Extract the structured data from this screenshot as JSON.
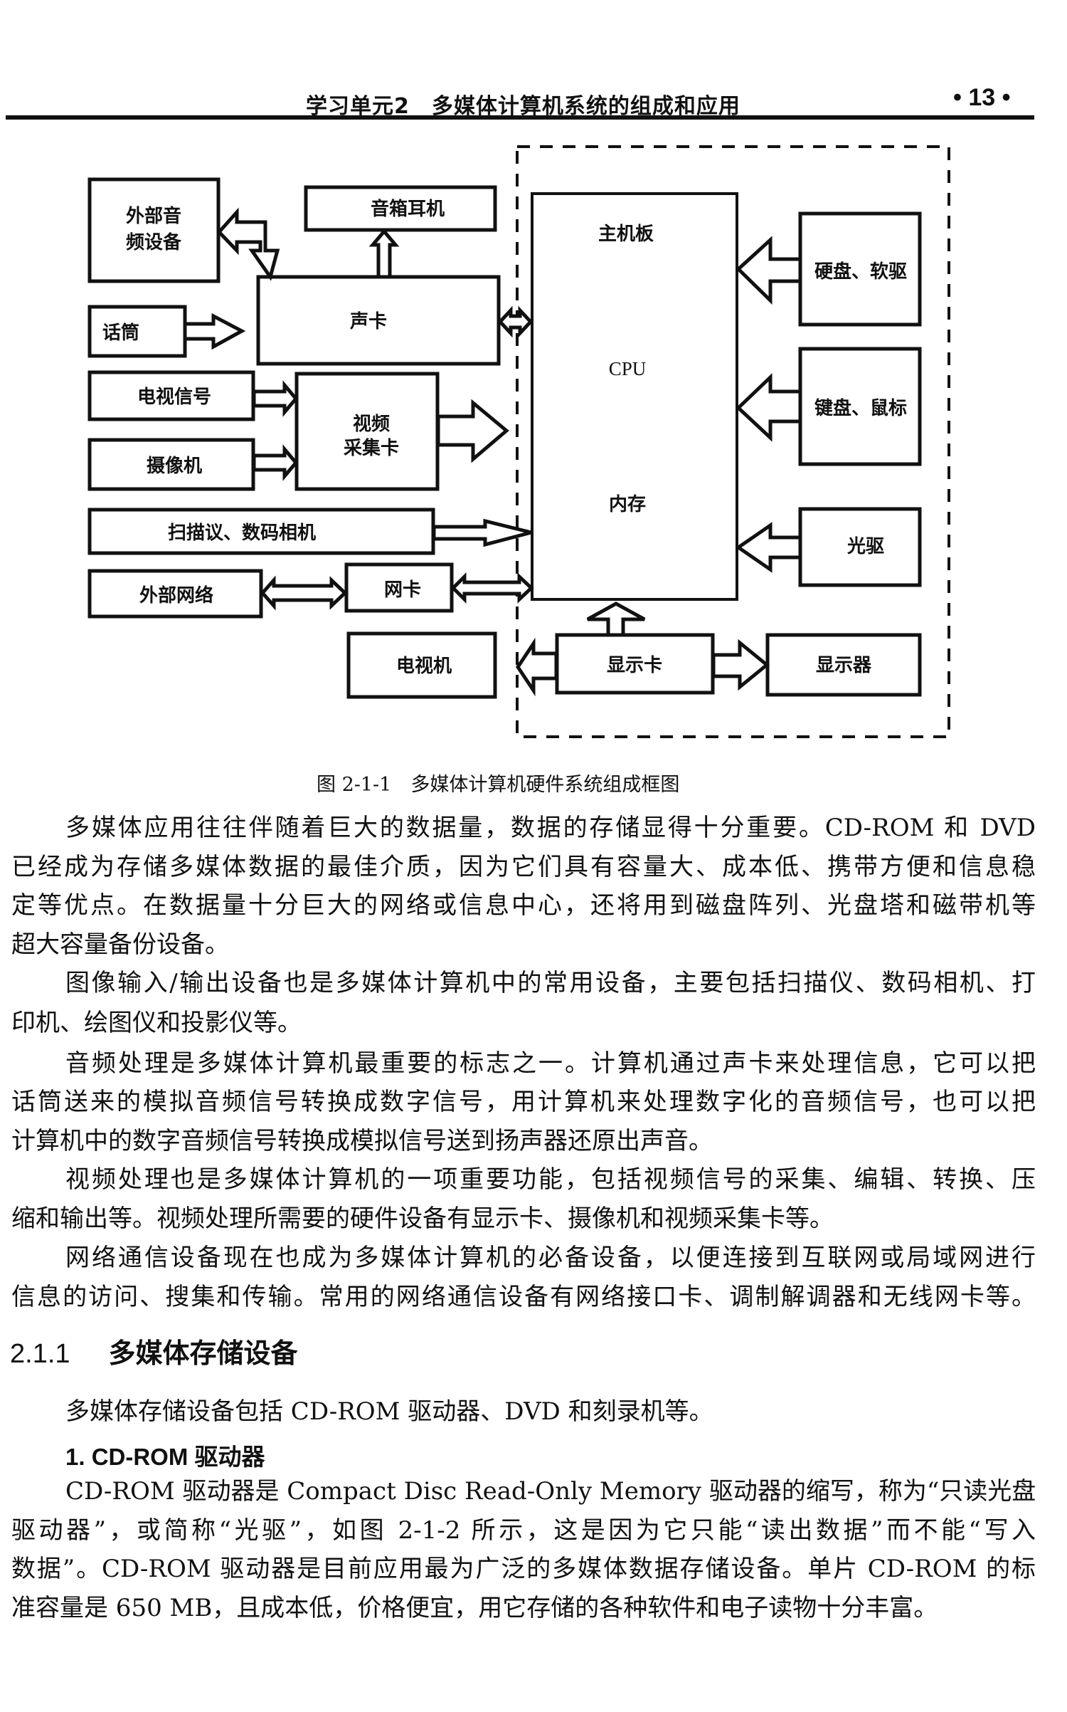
{
  "header": {
    "title": "学习单元2　多媒体计算机系统的组成和应用",
    "page_number": "• 13 •"
  },
  "diagram": {
    "boxes": {
      "external_audio": [
        "外部音",
        "频设备"
      ],
      "speakers": "音箱耳机",
      "sound_card": "声卡",
      "microphone": "话筒",
      "tv_signal": "电视信号",
      "video_capture": [
        "视频",
        "采集卡"
      ],
      "camera": "摄像机",
      "scanner": "扫描议、数码相机",
      "external_network": "外部网络",
      "network_card": "网卡",
      "tv": "电视机",
      "motherboard": "主机板",
      "cpu": "CPU",
      "memory": "内存",
      "disk": "硬盘、软驱",
      "keyboard": "键盘、鼠标",
      "optical": "光驱",
      "graphics_card": "显示卡",
      "monitor": "显示器"
    },
    "caption": "图 2-1-1　多媒体计算机硬件系统组成框图"
  },
  "paragraphs": [
    {
      "lines": [
        "多媒体应用往往伴随着巨大的数据量，数据的存储显得十分重要。CD-ROM 和 DVD",
        "已经成为存储多媒体数据的最佳介质，因为它们具有容量大、成本低、携带方便和信息稳",
        "定等优点。在数据量十分巨大的网络或信息中心，还将用到磁盘阵列、光盘塔和磁带机等",
        "超大容量备份设备。"
      ]
    },
    {
      "lines": [
        "图像输入/输出设备也是多媒体计算机中的常用设备，主要包括扫描仪、数码相机、打",
        "印机、绘图仪和投影仪等。"
      ]
    },
    {
      "lines": [
        "音频处理是多媒体计算机最重要的标志之一。计算机通过声卡来处理信息，它可以把",
        "话筒送来的模拟音频信号转换成数字信号，用计算机来处理数字化的音频信号，也可以把",
        "计算机中的数字音频信号转换成模拟信号送到扬声器还原出声音。"
      ]
    },
    {
      "lines": [
        "视频处理也是多媒体计算机的一项重要功能，包括视频信号的采集、编辑、转换、压",
        "缩和输出等。视频处理所需要的硬件设备有显示卡、摄像机和视频采集卡等。"
      ]
    },
    {
      "lines": [
        "网络通信设备现在也成为多媒体计算机的必备设备，以便连接到互联网或局域网进行",
        "信息的访问、搜集和传输。常用的网络通信设备有网络接口卡、调制解调器和无线网卡等。"
      ]
    }
  ],
  "section": {
    "number": "2.1.1",
    "title": "多媒体存储设备",
    "intro": "多媒体存储设备包括 CD-ROM 驱动器、DVD 和刻录机等。",
    "subsection": {
      "title": "1. CD-ROM 驱动器",
      "lines": [
        "CD-ROM 驱动器是 Compact Disc Read-Only Memory 驱动器的缩写，称为“只读光盘",
        "驱动器”，或简称“光驱”，如图 2-1-2 所示，这是因为它只能“读出数据”而不能“写入",
        "数据”。CD-ROM 驱动器是目前应用最为广泛的多媒体数据存储设备。单片 CD-ROM 的标",
        "准容量是 650 MB，且成本低，价格便宜，用它存储的各种软件和电子读物十分丰富。"
      ]
    }
  }
}
